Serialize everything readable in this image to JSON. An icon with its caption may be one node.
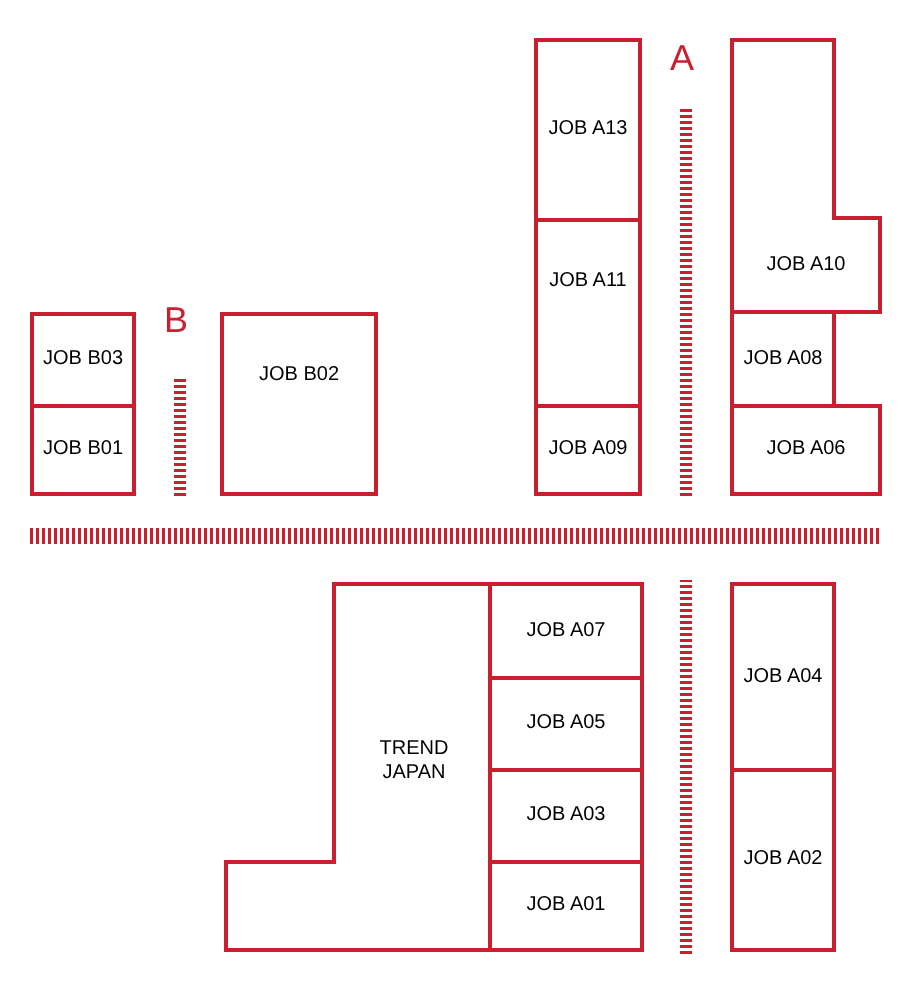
{
  "diagram": {
    "nodes": [
      {
        "text": [
          "JOB A13"
        ]
      },
      {
        "text": [
          "JOB A10"
        ]
      },
      {
        "text": [
          "JOB B03"
        ]
      },
      {
        "text": [
          "JOB B02"
        ]
      },
      {
        "text": [
          "JOB A11"
        ]
      },
      {
        "text": [
          "JOB A08"
        ]
      },
      {
        "text": [
          "JOB B01"
        ]
      },
      {
        "text": [
          "JOB A09"
        ]
      },
      {
        "text": [
          "JOB A06"
        ]
      },
      {
        "text": [
          "TREND JAPAN"
        ]
      },
      {
        "text": [
          "JOB A07"
        ]
      },
      {
        "text": [
          "JOB A04"
        ]
      },
      {
        "text": [
          "JOB A05"
        ]
      },
      {
        "text": [
          "JOB A03"
        ]
      },
      {
        "text": [
          "JOB A02"
        ]
      },
      {
        "text": [
          "JOB A01"
        ]
      }
    ],
    "labels": [
      "A",
      "B"
    ]
  }
}
